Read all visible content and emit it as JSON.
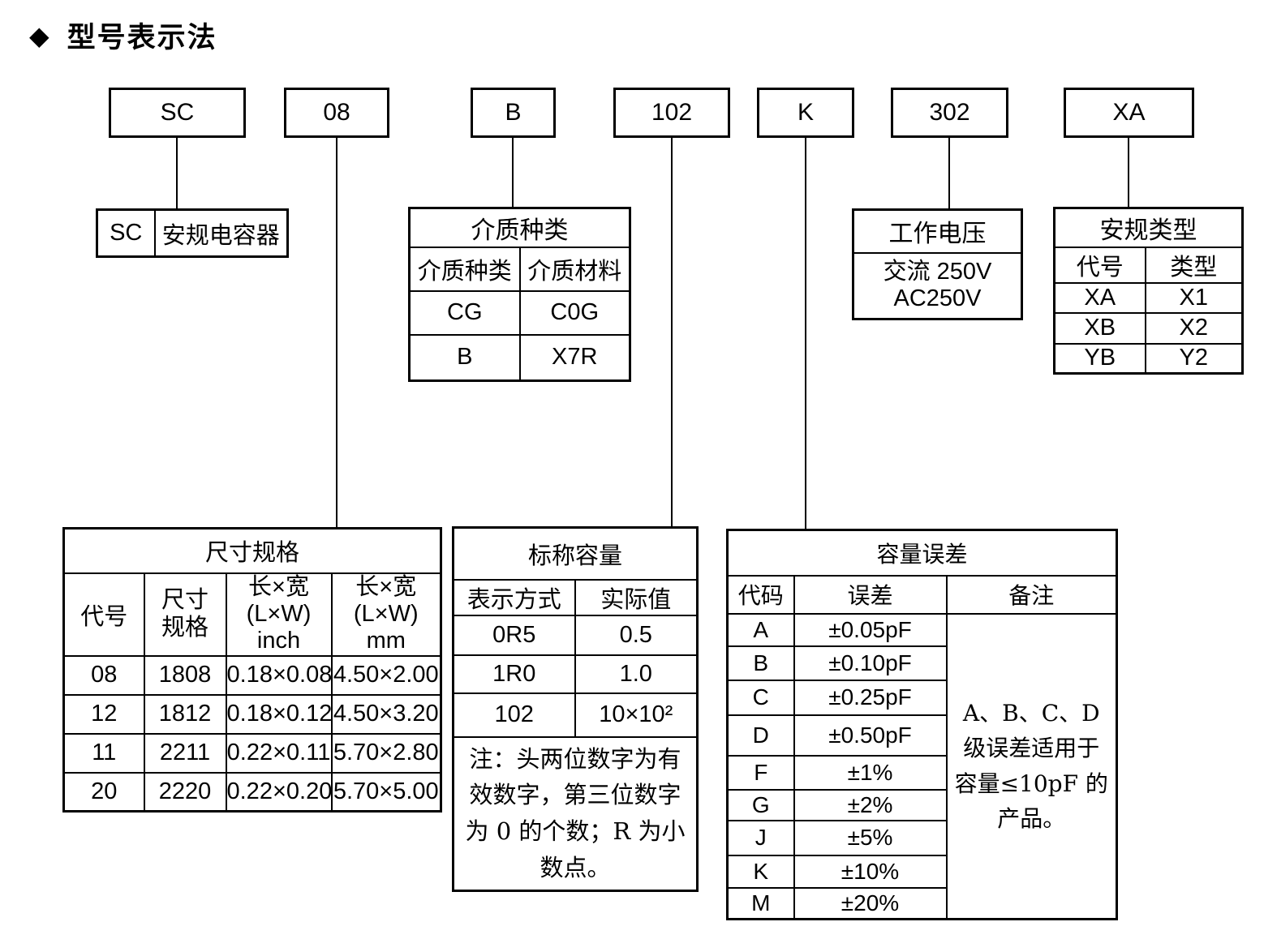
{
  "colors": {
    "ink": "#000000",
    "background": "#ffffff"
  },
  "title": {
    "icon": "◆",
    "text": "型号表示法"
  },
  "code_boxes": [
    {
      "label": "SC"
    },
    {
      "label": "08"
    },
    {
      "label": "B"
    },
    {
      "label": "102"
    },
    {
      "label": "K"
    },
    {
      "label": "302"
    },
    {
      "label": "XA"
    }
  ],
  "sc_table": {
    "code": "SC",
    "meaning": "安规电容器"
  },
  "dielectric_table": {
    "title": "介质种类",
    "headers": [
      "介质种类",
      "介质材料"
    ],
    "rows": [
      [
        "CG",
        "C0G"
      ],
      [
        "B",
        "X7R"
      ]
    ]
  },
  "voltage_table": {
    "title": "工作电压",
    "value": "交流 250V\nAC250V"
  },
  "safety_table": {
    "title": "安规类型",
    "headers": [
      "代号",
      "类型"
    ],
    "rows": [
      [
        "XA",
        "X1"
      ],
      [
        "XB",
        "X2"
      ],
      [
        "YB",
        "Y2"
      ]
    ]
  },
  "size_table": {
    "title": "尺寸规格",
    "headers": [
      "代号",
      "尺寸\n规格",
      "长×宽\n(L×W)\ninch",
      "长×宽\n(L×W)\nmm"
    ],
    "rows": [
      [
        "08",
        "1808",
        "0.18×0.08",
        "4.50×2.00"
      ],
      [
        "12",
        "1812",
        "0.18×0.12",
        "4.50×3.20"
      ],
      [
        "11",
        "2211",
        "0.22×0.11",
        "5.70×2.80"
      ],
      [
        "20",
        "2220",
        "0.22×0.20",
        "5.70×5.00"
      ]
    ]
  },
  "capacity_table": {
    "title": "标称容量",
    "headers": [
      "表示方式",
      "实际值"
    ],
    "rows": [
      [
        "0R5",
        "0.5"
      ],
      [
        "1R0",
        "1.0"
      ],
      [
        "102",
        "10×10²"
      ]
    ],
    "note": "注：头两位数字为有效数字，第三位数字为 0 的个数；R 为小数点。"
  },
  "tolerance_table": {
    "title": "容量误差",
    "headers": [
      "代码",
      "误差",
      "备注"
    ],
    "rows": [
      [
        "A",
        "±0.05pF"
      ],
      [
        "B",
        "±0.10pF"
      ],
      [
        "C",
        "±0.25pF"
      ],
      [
        "D",
        "±0.50pF"
      ],
      [
        "F",
        "±1%"
      ],
      [
        "G",
        "±2%"
      ],
      [
        "J",
        "±5%"
      ],
      [
        "K",
        "±10%"
      ],
      [
        "M",
        "±20%"
      ]
    ],
    "remark": "A、B、C、D 级误差适用于容量≤10pF 的产品。"
  }
}
